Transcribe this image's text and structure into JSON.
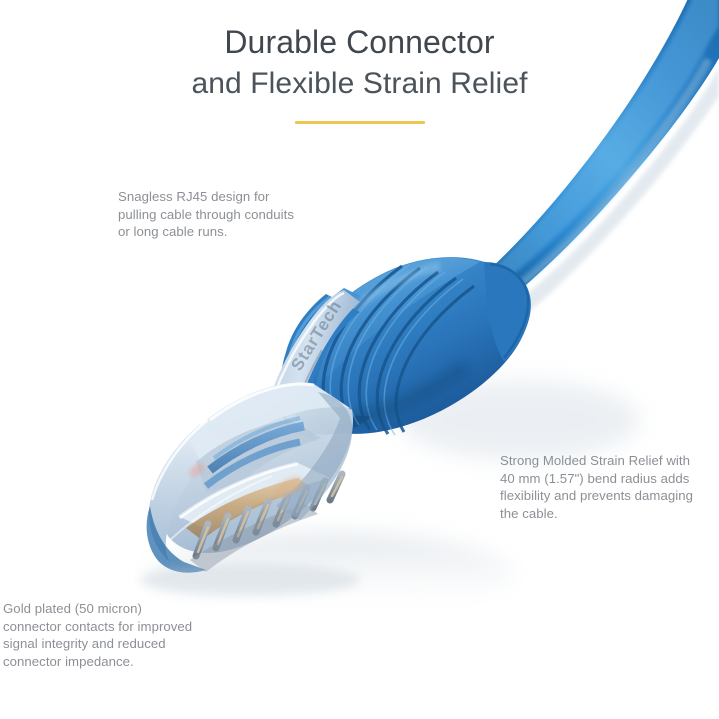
{
  "header": {
    "title_main": "Durable Connector",
    "title_sub": "and Flexible Strain Relief",
    "divider_color": "#edc54f"
  },
  "annotations": {
    "top_left": "Snagless RJ45 design for pulling cable through conduits or long cable runs.",
    "right": "Strong Molded Strain Relief with 40 mm (1.57\") bend radius adds flexibility and prevents damaging the cable.",
    "bottom_left": "Gold plated (50 micron) connector contacts for improved signal integrity and reduced connector impedance."
  },
  "product": {
    "type": "RJ45 Ethernet patch cable connector",
    "brand_text": "StarTech",
    "contact_count": 8,
    "colors": {
      "background": "#ffffff",
      "title_text": "#40474f",
      "annotation_text": "#8c9096",
      "accent": "#edc54f",
      "cable_blue": "#1f7fc8",
      "boot_blue": "#2d7dc4",
      "boot_blue_dark": "#1b5e9e",
      "boot_blue_light": "#4f9ad8",
      "connector_clear": "#c9d6e4",
      "contact_gold": "#c9a878"
    }
  }
}
